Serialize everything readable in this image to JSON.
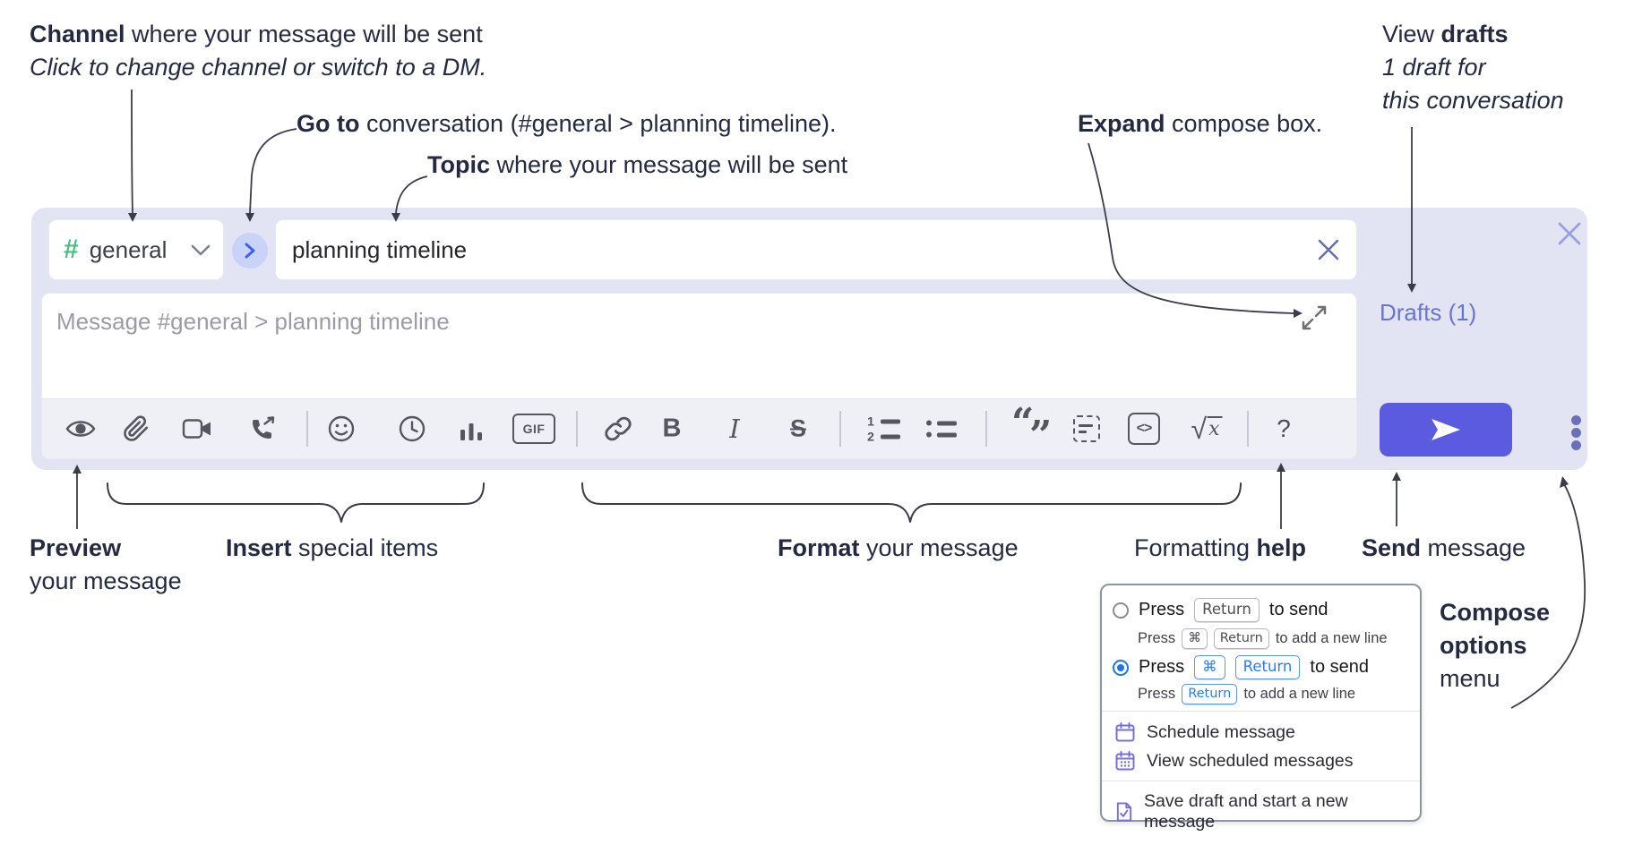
{
  "annotations": {
    "channel": {
      "bold": "Channel",
      "rest": " where your message will be sent",
      "sub": "Click to change channel or switch to a DM."
    },
    "goto": {
      "bold": "Go to",
      "rest": " conversation (#general > planning timeline)."
    },
    "topic": {
      "bold": "Topic",
      "rest": " where your message will be sent"
    },
    "expand": {
      "bold": "Expand",
      "rest": " compose box."
    },
    "view_drafts": {
      "pre": "View ",
      "bold": "drafts",
      "line2": "1 draft for",
      "line3": "this conversation"
    },
    "preview": {
      "bold": "Preview",
      "line2": "your message"
    },
    "insert": {
      "bold": "Insert",
      "rest": " special items"
    },
    "format": {
      "bold": "Format",
      "rest": " your message"
    },
    "formatting_help": {
      "pre": "Formatting ",
      "bold": "help"
    },
    "send": {
      "bold": "Send",
      "rest": " message"
    },
    "compose_options": {
      "line1": "Compose",
      "line2": "options",
      "line3": "menu"
    }
  },
  "compose": {
    "channel": {
      "hash": "#",
      "name": "general"
    },
    "topic_input": {
      "value": "planning timeline"
    },
    "message_input": {
      "placeholder": "Message #general > planning timeline"
    },
    "drafts_link": "Drafts (1)",
    "toolbar": {
      "gif": "GIF",
      "bold": "B",
      "italic": "I",
      "strike": "S",
      "ol1": "1",
      "ol2": "2",
      "quote_open": "“",
      "quote_close": "”",
      "code": "<>",
      "math_root": "√",
      "math_x": "x",
      "help": "?"
    }
  },
  "menu": {
    "press": "Press",
    "to_send": "to send",
    "to_add": "to add a new line",
    "key_return": "Return",
    "key_cmd": "⌘",
    "items": {
      "schedule": "Schedule message",
      "view_scheduled": "View scheduled messages",
      "save_draft": "Save draft and start a new message"
    }
  },
  "colors": {
    "compose_bg": "#e2e4f4",
    "toolbar_bg": "#eff0f6",
    "send_button": "#5b5be0",
    "drafts_link": "#6b74cc",
    "hash_green": "#4dbd83",
    "goto_circle": "#c9d3f8",
    "goto_chevron": "#3b63ee",
    "radio_selected": "#2174e8",
    "key_blue": "#2d7bed",
    "menu_icon": "#7470d8",
    "annotation_ink": "#252a40",
    "arrow_ink": "#3a3d49"
  }
}
